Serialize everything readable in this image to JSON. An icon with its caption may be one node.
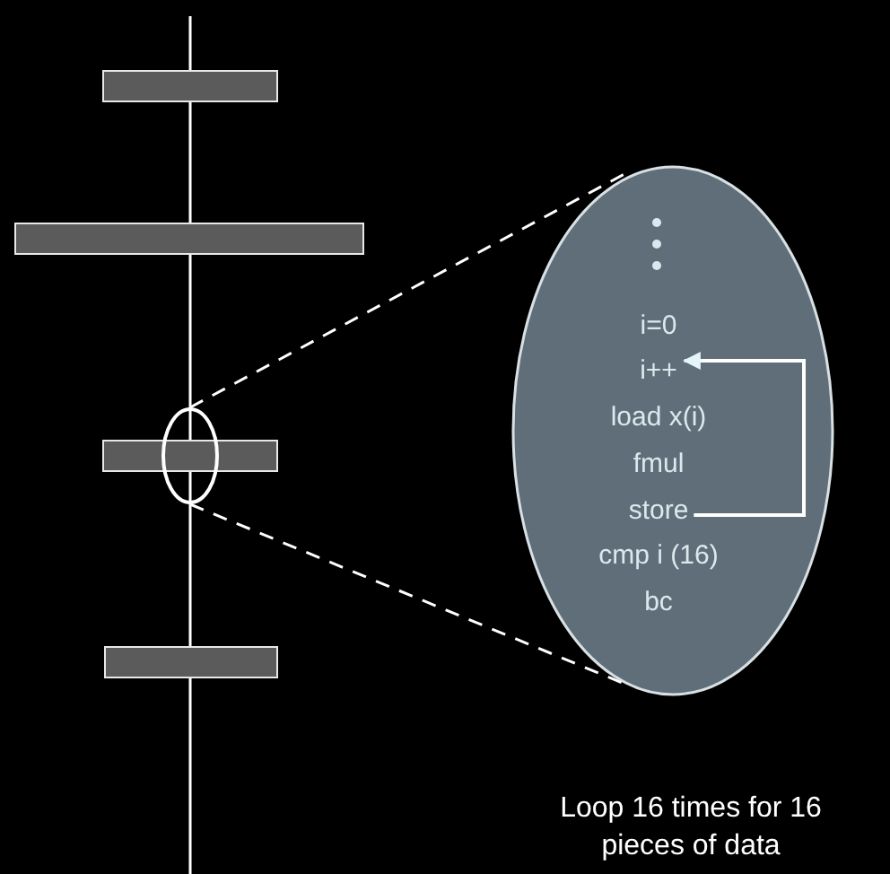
{
  "diagram": {
    "caption": "Loop 16 times for 16 pieces of data",
    "nodes": [
      {
        "text": [],
        "shape": "bar"
      },
      {
        "text": [],
        "shape": "bar"
      },
      {
        "text": [],
        "shape": "bar"
      },
      {
        "text": [],
        "shape": "circle"
      },
      {
        "text": [],
        "shape": "bar"
      },
      {
        "text": [],
        "shape": "circle"
      },
      {
        "text": [
          "i=0"
        ],
        "in": 5
      },
      {
        "text": [
          "i++"
        ],
        "in": 5
      },
      {
        "text": [
          "load x(i)"
        ],
        "in": 5
      },
      {
        "text": [
          "fmul"
        ],
        "in": 5
      },
      {
        "text": [
          "store"
        ],
        "in": 5
      },
      {
        "text": [
          "cmp i (16)"
        ],
        "in": 5
      },
      {
        "text": [
          "bc"
        ],
        "in": 5
      }
    ],
    "edges": [
      {
        "from": 3,
        "to": 5,
        "arrow": "none",
        "style": "dashed"
      },
      {
        "from": 3,
        "to": 5,
        "arrow": "none",
        "style": "dashed"
      },
      {
        "from": 10,
        "to": 7,
        "arrow": "to"
      }
    ]
  }
}
